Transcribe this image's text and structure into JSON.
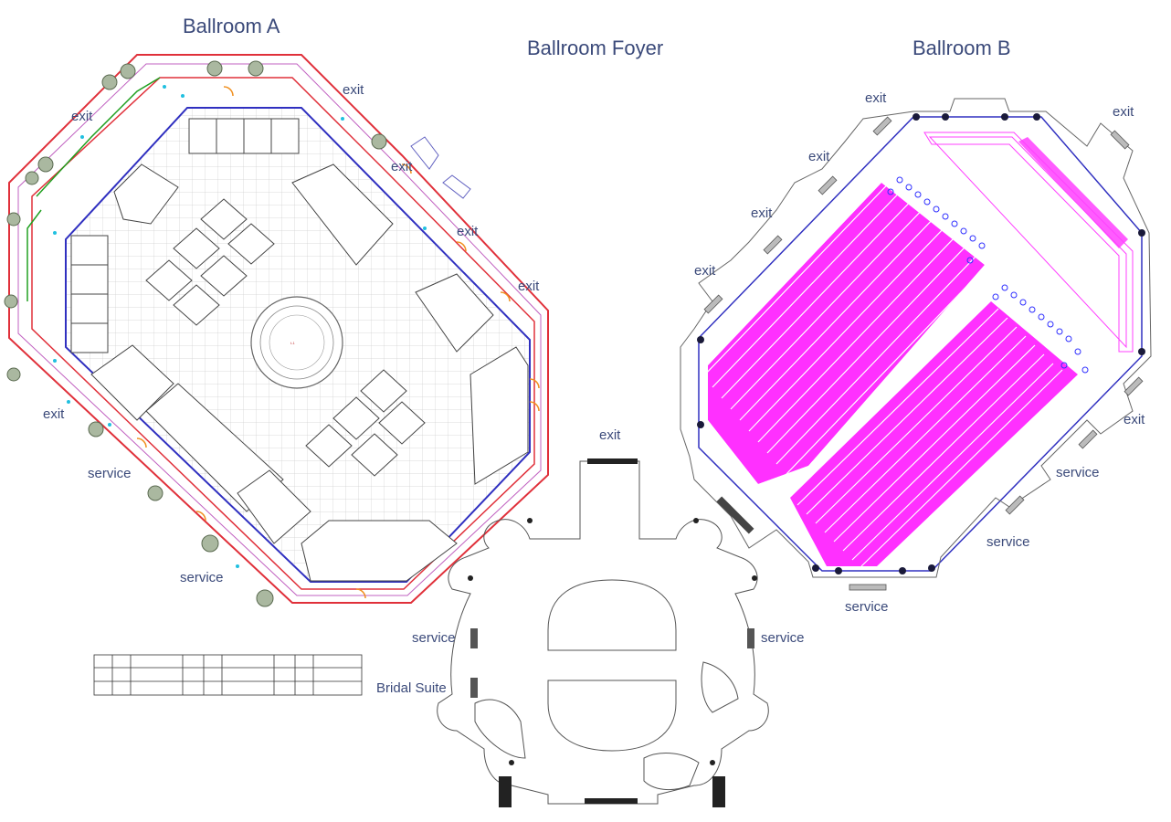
{
  "titles": {
    "ballroom_a": "Ballroom A",
    "ballroom_foyer": "Ballroom Foyer",
    "ballroom_b": "Ballroom B"
  },
  "labels": {
    "exit": "exit",
    "service": "service",
    "bridal_suite": "Bridal Suite"
  },
  "colors": {
    "title_text": "#3b4a7a",
    "wall_red": "#e0303a",
    "wall_blue": "#3030c0",
    "wall_green": "#20a020",
    "seating_magenta": "#ff00ff",
    "seating_blue": "#3030ff",
    "outline_gray": "#555555"
  }
}
